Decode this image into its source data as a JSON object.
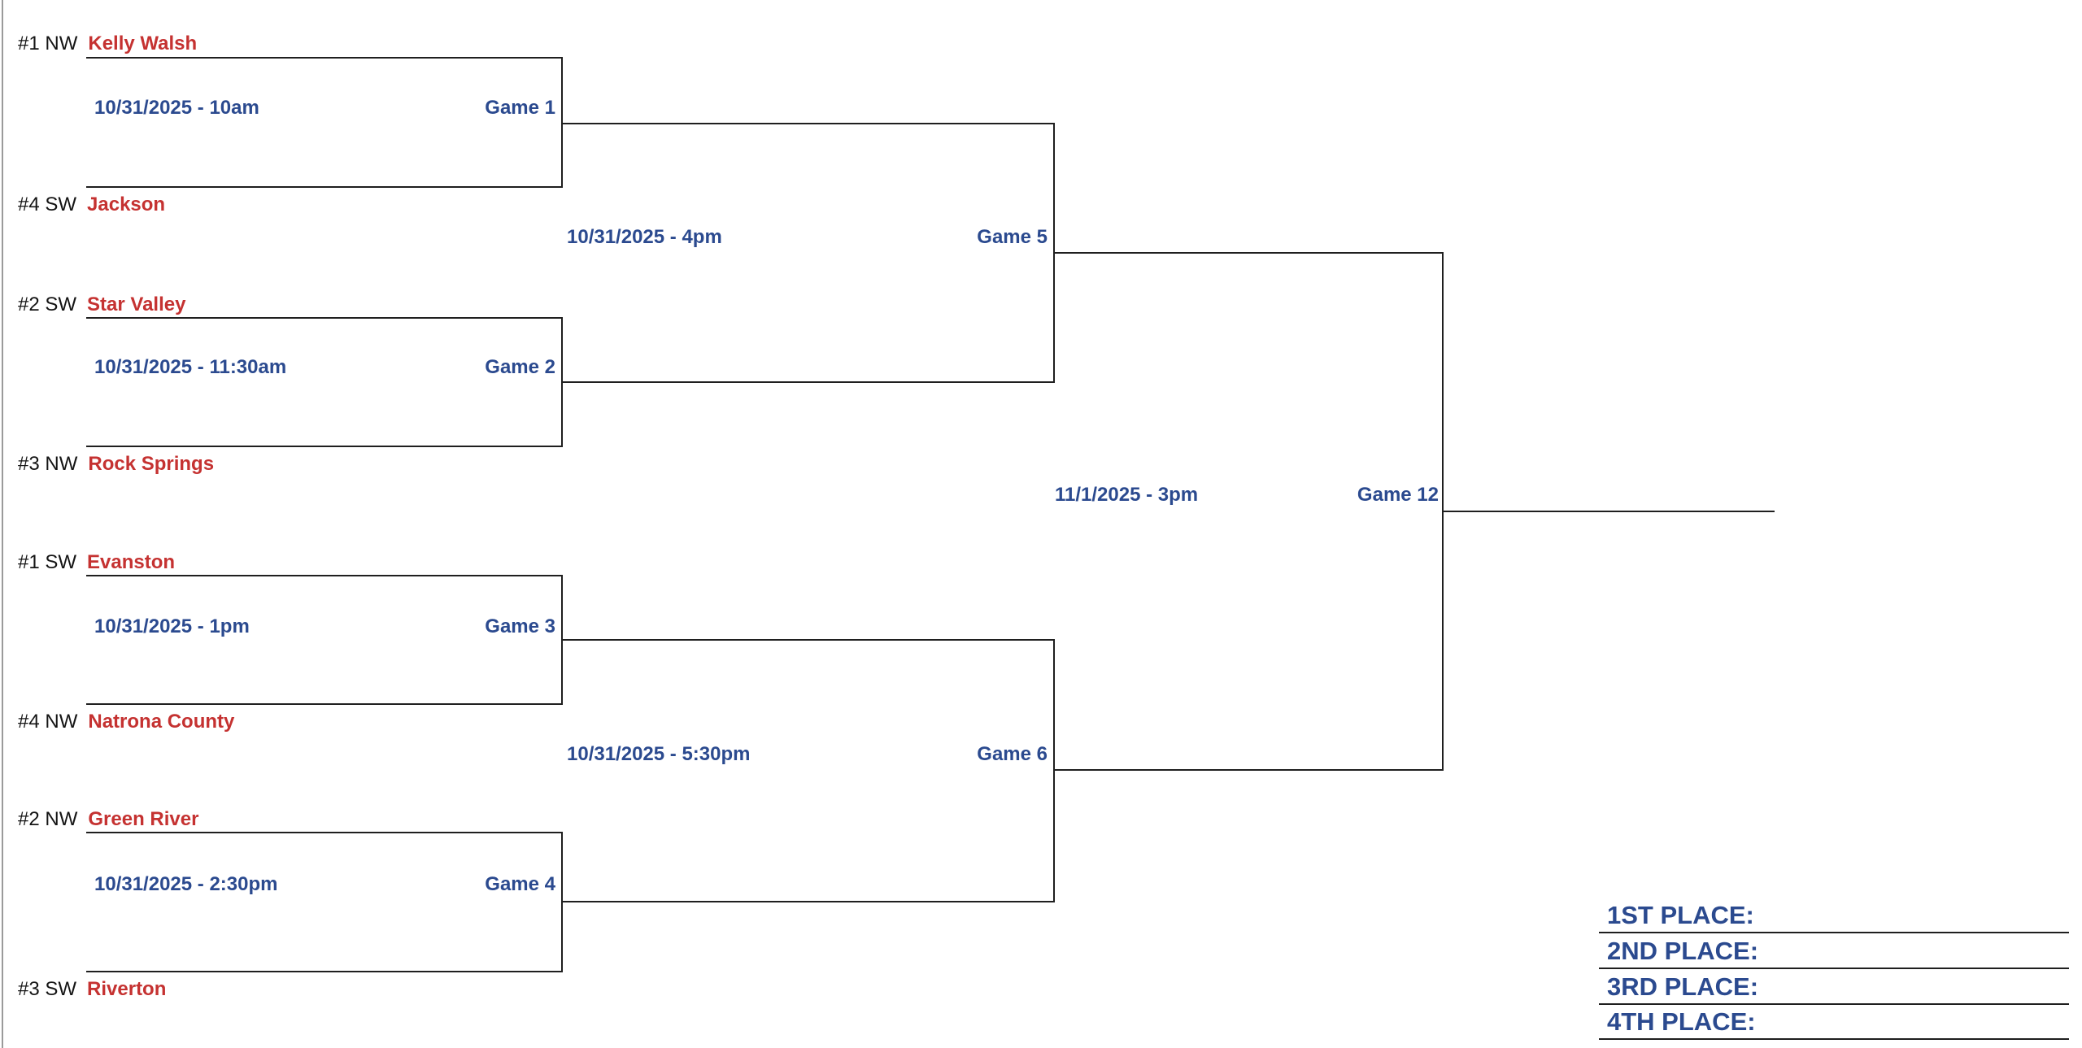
{
  "colors": {
    "red": "#c53231",
    "blue": "#2b4a8f",
    "line": "#1f1f1f",
    "seed": "#141414",
    "border": "#9a9a9a"
  },
  "teams": [
    {
      "seed": "#1 NW",
      "name": "Kelly Walsh"
    },
    {
      "seed": "#4 SW",
      "name": "Jackson"
    },
    {
      "seed": "#2 SW",
      "name": "Star Valley"
    },
    {
      "seed": "#3 NW",
      "name": "Rock Springs"
    },
    {
      "seed": "#1 SW",
      "name": "Evanston"
    },
    {
      "seed": "#4 NW",
      "name": "Natrona County"
    },
    {
      "seed": "#2 NW",
      "name": "Green River"
    },
    {
      "seed": "#3 SW",
      "name": "Riverton"
    }
  ],
  "games": [
    {
      "label": "Game 1",
      "datetime": "10/31/2025 - 10am"
    },
    {
      "label": "Game 2",
      "datetime": "10/31/2025 - 11:30am"
    },
    {
      "label": "Game 3",
      "datetime": "10/31/2025 - 1pm"
    },
    {
      "label": "Game 4",
      "datetime": "10/31/2025 - 2:30pm"
    },
    {
      "label": "Game 5",
      "datetime": "10/31/2025 - 4pm"
    },
    {
      "label": "Game 6",
      "datetime": "10/31/2025 - 5:30pm"
    },
    {
      "label": "Game 12",
      "datetime": "11/1/2025 - 3pm"
    }
  ],
  "places": [
    "1ST PLACE:",
    "2ND PLACE:",
    "3RD PLACE:",
    "4TH PLACE:"
  ]
}
